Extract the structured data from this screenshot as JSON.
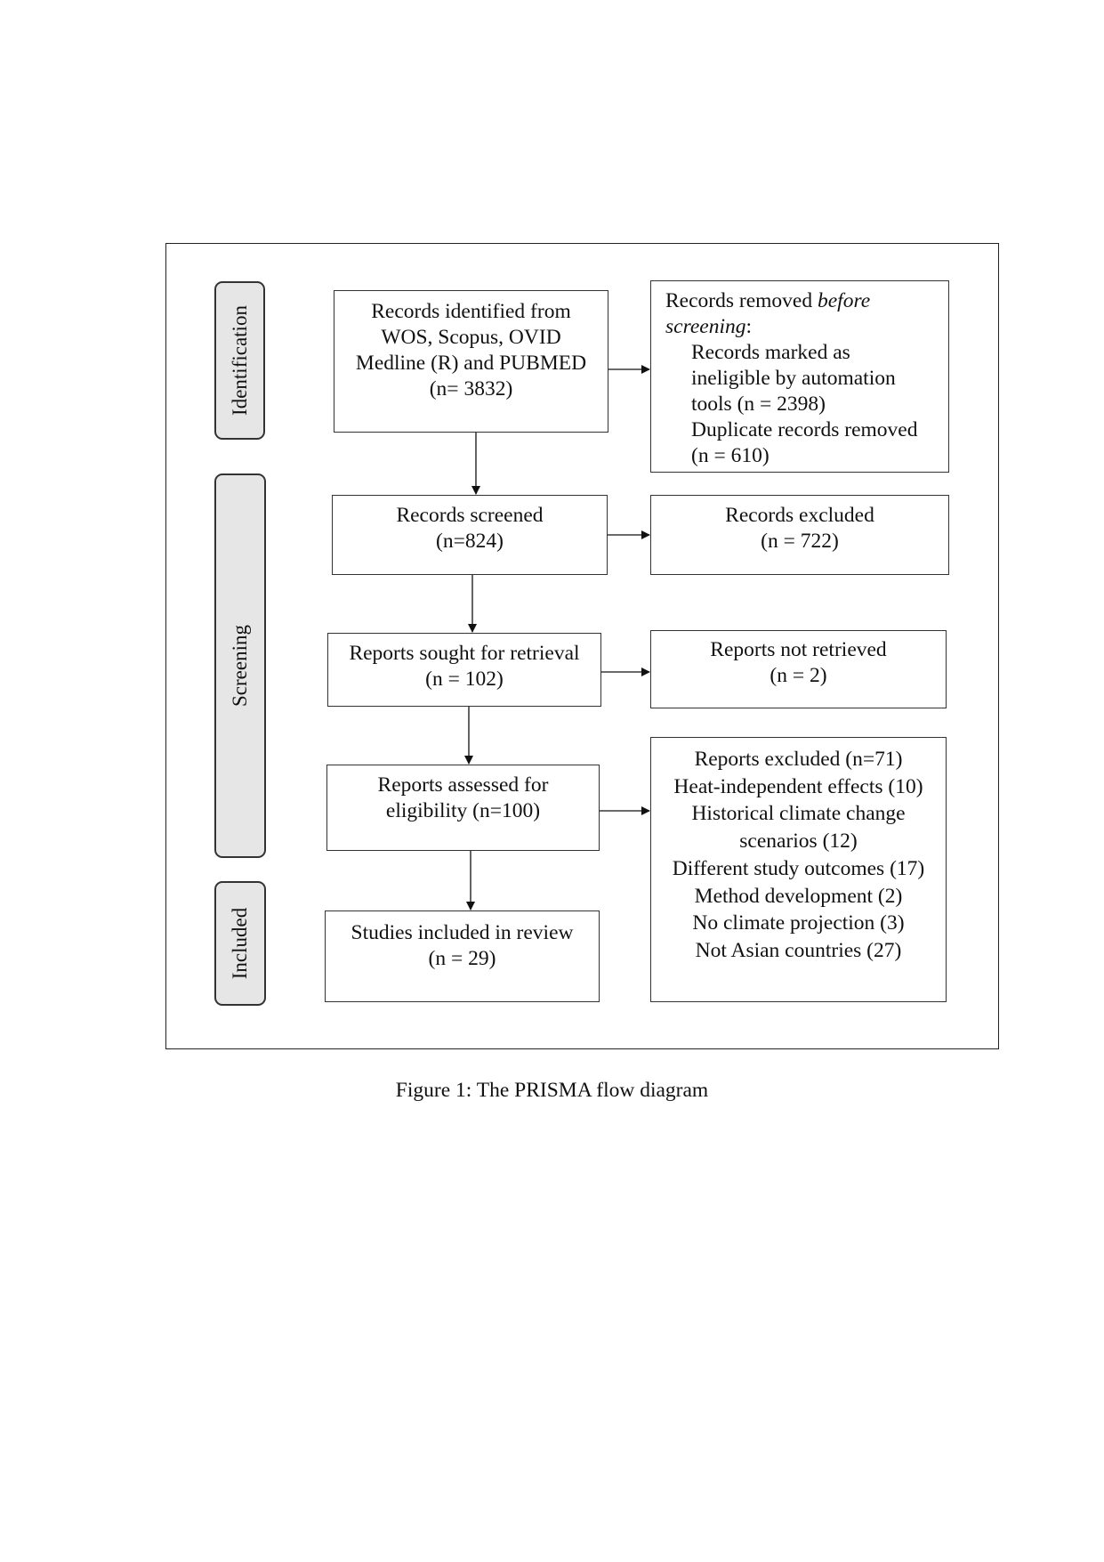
{
  "phases": {
    "identification": "Identification",
    "screening": "Screening",
    "included": "Included"
  },
  "boxes": {
    "records_identified": [
      "Records identified from",
      "WOS, Scopus, OVID",
      "Medline (R) and PUBMED",
      "(n= 3832)"
    ],
    "records_removed": {
      "title_prefix": "Records removed ",
      "title_italic_1": "before",
      "title_italic_2": "screening",
      "title_suffix": ":",
      "lines": [
        "Records marked as",
        "ineligible by automation",
        "tools (n = 2398)",
        "Duplicate records removed",
        "(n = 610)"
      ]
    },
    "records_screened": [
      "Records screened",
      "(n=824)"
    ],
    "records_excluded": [
      "Records excluded",
      "(n = 722)"
    ],
    "reports_sought": [
      "Reports sought for retrieval",
      "(n = 102)"
    ],
    "reports_not_retrieved": [
      "Reports not retrieved",
      "(n = 2)"
    ],
    "reports_assessed": [
      "Reports assessed for",
      "eligibility (n=100)"
    ],
    "reports_excluded": [
      "Reports excluded (n=71)",
      "Heat-independent effects (10)",
      "Historical climate change",
      "scenarios (12)",
      "Different study outcomes (17)",
      "Method development (2)",
      "No climate projection (3)",
      "Not Asian countries (27)"
    ],
    "studies_included": [
      "Studies included in review",
      "(n = 29)"
    ]
  },
  "caption": "Figure 1: The PRISMA flow diagram"
}
